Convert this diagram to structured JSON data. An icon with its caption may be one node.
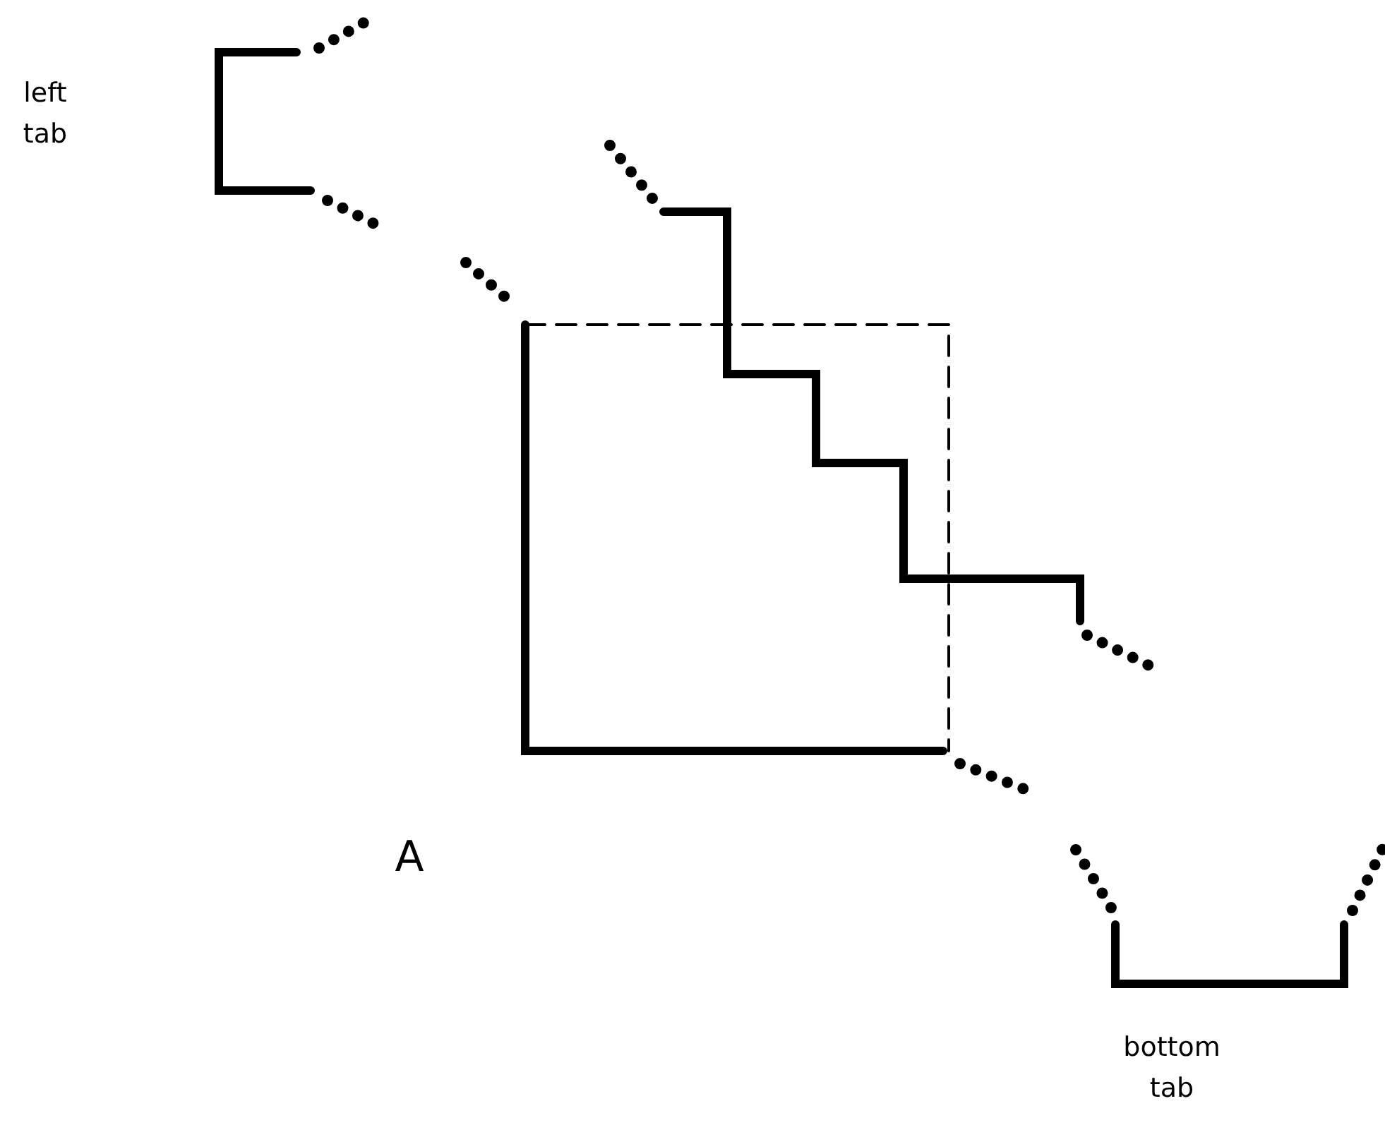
{
  "diagram": {
    "labels": [
      "left tab",
      "A",
      "bottom tab"
    ]
  }
}
